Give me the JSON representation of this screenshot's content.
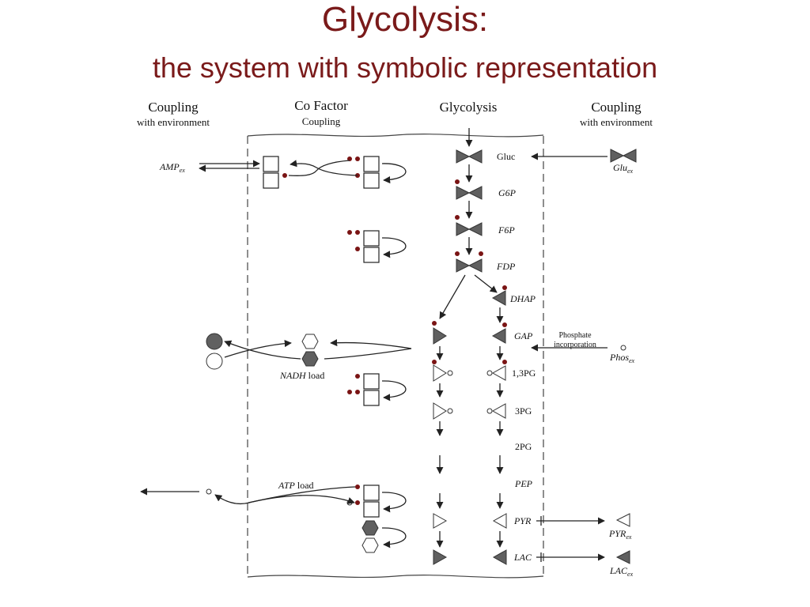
{
  "title": "Glycolysis:",
  "subtitle": "the system with symbolic representation",
  "colors": {
    "title": "#7a1a1a",
    "node_dark": "#606060",
    "membrane": "#444444",
    "phosphate_dot": "#7a1414"
  },
  "columns": {
    "left_coupling": {
      "title": "Coupling",
      "sub": "with environment"
    },
    "cofactor": {
      "title": "Co Factor",
      "sub": "Coupling"
    },
    "glycolysis": {
      "title": "Glycolysis"
    },
    "right_coupling": {
      "title": "Coupling",
      "sub": "with environment"
    }
  },
  "metabolites": {
    "gluc": "Gluc",
    "g6p": "G6P",
    "f6p": "F6P",
    "fdp": "FDP",
    "dhap": "DHAP",
    "gap": "GAP",
    "bpg": "1,3PG",
    "pg3": "3PG",
    "pg2": "2PG",
    "pep": "PEP",
    "pyr": "PYR",
    "lac": "LAC"
  },
  "external": {
    "amp": {
      "base": "AMP",
      "sub": "ex"
    },
    "glu": {
      "base": "Glu",
      "sub": "ex"
    },
    "phos": {
      "base": "Phos",
      "sub": "ex"
    },
    "pyr": {
      "base": "PYR",
      "sub": "ex"
    },
    "lac": {
      "base": "LAC",
      "sub": "ex"
    }
  },
  "labels": {
    "phosphate_line1": "Phosphate",
    "phosphate_line2": "incorporation",
    "nadh_base": "NADH",
    "nadh_rest": " load",
    "atp_base": "ATP",
    "atp_rest": " load"
  }
}
